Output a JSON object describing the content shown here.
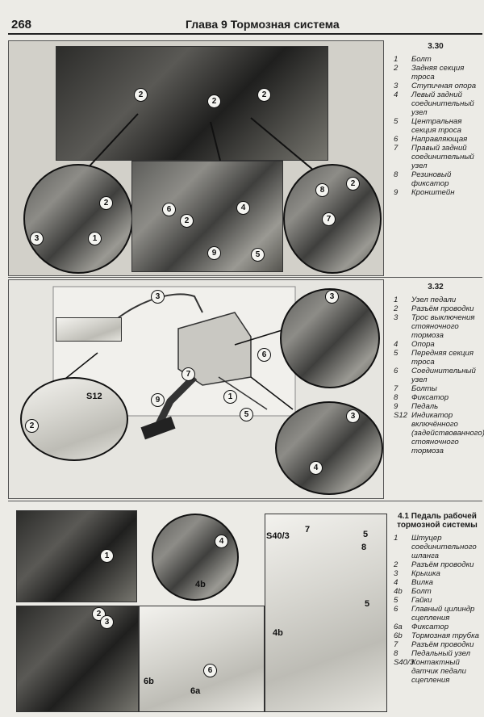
{
  "header": {
    "page_number": "268",
    "chapter": "Глава 9 Тормозная система"
  },
  "fig330": {
    "label": "3.30",
    "callouts": {
      "a": "2",
      "b": "2",
      "c": "2",
      "d": "1",
      "e": "3",
      "f": "6",
      "g": "2",
      "h": "4",
      "i": "9",
      "j": "5",
      "k": "8",
      "l": "2",
      "m": "7"
    },
    "legend": [
      {
        "key": "1",
        "text": "Болт"
      },
      {
        "key": "2",
        "text": "Задняя секция троса"
      },
      {
        "key": "3",
        "text": "Ступичная опора"
      },
      {
        "key": "4",
        "text": "Левый задний соединительный узел"
      },
      {
        "key": "5",
        "text": "Центральная секция троса"
      },
      {
        "key": "6",
        "text": "Направляющая"
      },
      {
        "key": "7",
        "text": "Правый задний соединительный узел"
      },
      {
        "key": "8",
        "text": "Резиновый фиксатор"
      },
      {
        "key": "9",
        "text": "Кронштейн"
      }
    ]
  },
  "fig332": {
    "label": "3.32",
    "callouts": {
      "a": "3",
      "b": "3",
      "c": "6",
      "d": "7",
      "e": "1",
      "f": "9",
      "g": "5",
      "h": "2",
      "i": "S12",
      "j": "3",
      "k": "4"
    },
    "legend": [
      {
        "key": "1",
        "text": "Узел педали"
      },
      {
        "key": "2",
        "text": "Разъём проводки"
      },
      {
        "key": "3",
        "text": "Трос выключения стояночного тормоза"
      },
      {
        "key": "4",
        "text": "Опора"
      },
      {
        "key": "5",
        "text": "Передняя секция троса"
      },
      {
        "key": "6",
        "text": "Соединительный узел"
      },
      {
        "key": "7",
        "text": "Болты"
      },
      {
        "key": "8",
        "text": "Фиксатор"
      },
      {
        "key": "9",
        "text": "Педаль"
      },
      {
        "key": "S12",
        "text": "Индикатор включённого (задействованного) стояночного тормоза"
      }
    ]
  },
  "fig41": {
    "title": "4.1 Педаль рабочей тормозной системы",
    "callouts": {
      "a": "1",
      "b": "2",
      "c": "3",
      "d": "4",
      "e": "4b",
      "f": "6",
      "g": "6b",
      "h": "6a",
      "i": "S40/3",
      "j": "7",
      "k": "5",
      "l": "8",
      "m": "5",
      "n": "4b"
    },
    "legend": [
      {
        "key": "1",
        "text": "Штуцер соединительного шланга"
      },
      {
        "key": "2",
        "text": "Разъём проводки"
      },
      {
        "key": "3",
        "text": "Крышка"
      },
      {
        "key": "4",
        "text": "Вилка"
      },
      {
        "key": "4b",
        "text": "Болт"
      },
      {
        "key": "5",
        "text": "Гайки"
      },
      {
        "key": "6",
        "text": "Главный цилиндр сцепления"
      },
      {
        "key": "6a",
        "text": "Фиксатор"
      },
      {
        "key": "6b",
        "text": "Тормозная трубка"
      },
      {
        "key": "7",
        "text": "Разъём проводки"
      },
      {
        "key": "8",
        "text": "Педальный узел"
      },
      {
        "key": "S40/3",
        "text": "Контактный датчик педали сцепления"
      }
    ]
  }
}
